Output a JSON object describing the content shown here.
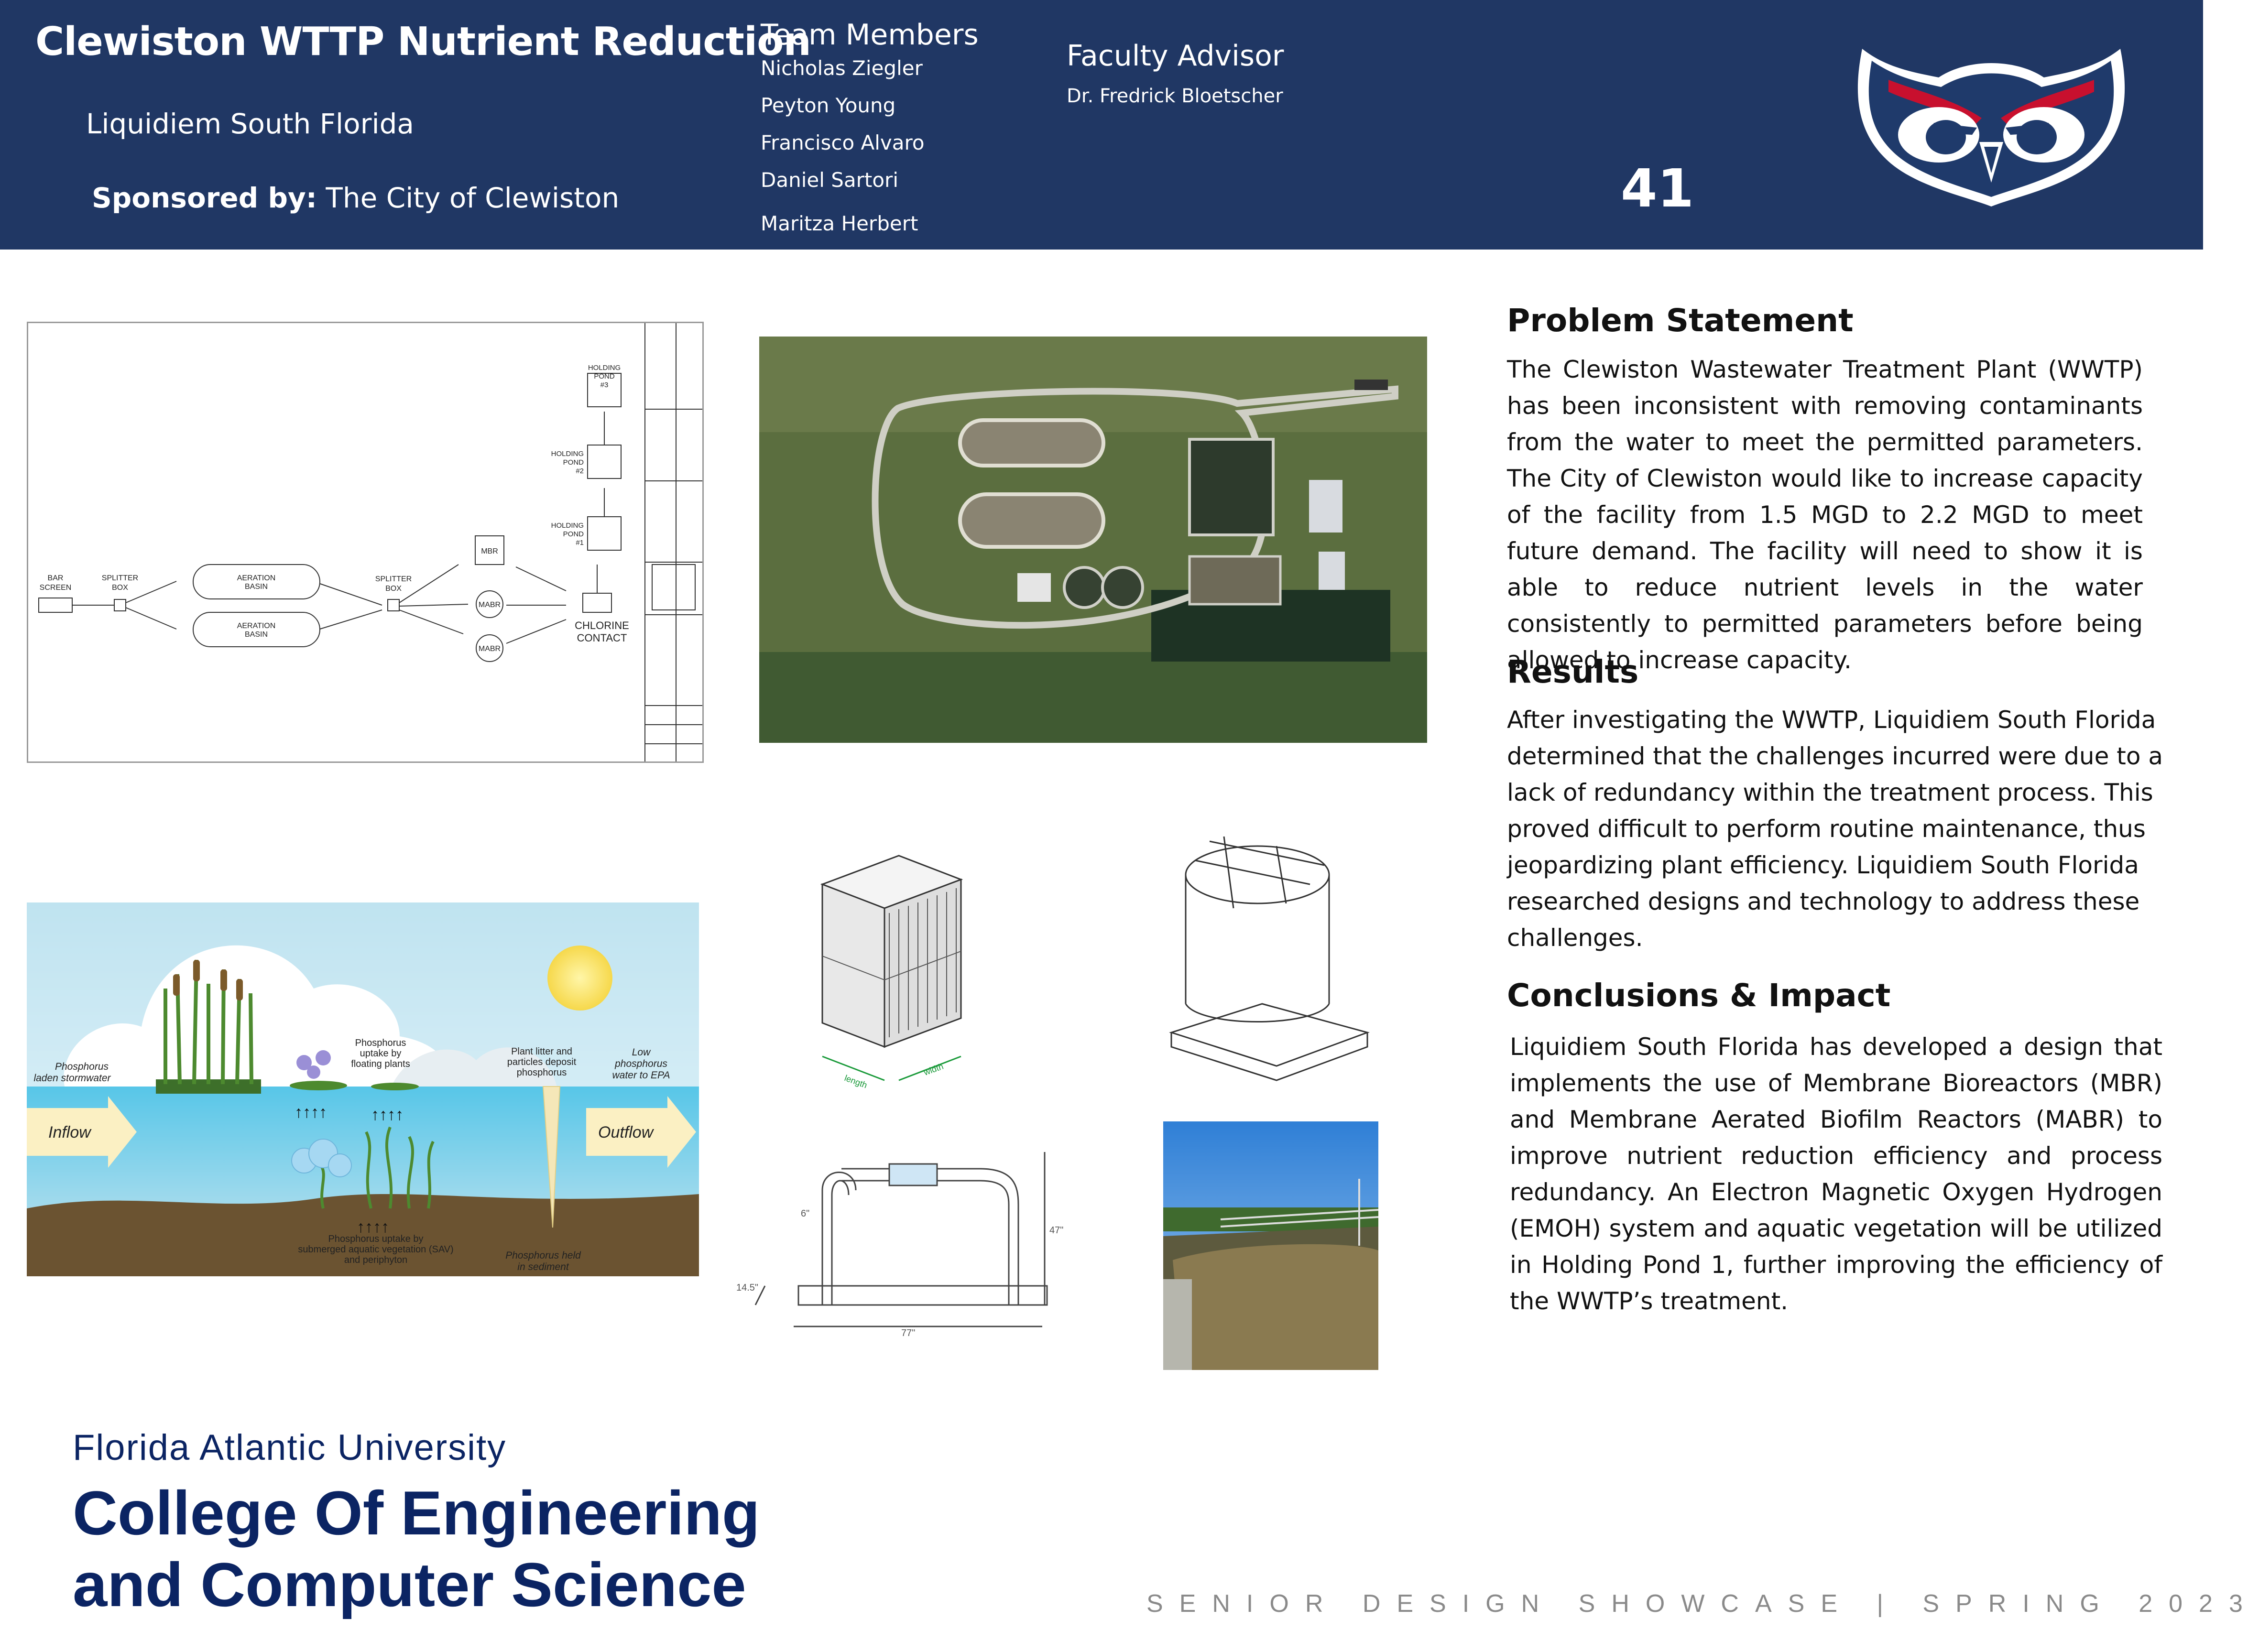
{
  "header": {
    "title": "Clewiston WTTP Nutrient Reduction",
    "org": "Liquidiem South Florida",
    "sponsor_label": "Sponsored by:",
    "sponsor_value": " The City of Clewiston",
    "team_title": "Team Members",
    "members": [
      "Nicholas Ziegler",
      "Peyton Young",
      "Francisco Alvaro",
      "Daniel Sartori",
      "Maritza Herbert"
    ],
    "advisor_title": "Faculty Advisor",
    "advisor_name": "Dr. Fredrick Bloetscher",
    "poster_number": "41"
  },
  "flow_diagram": {
    "labels": {
      "bar_screen": [
        "BAR",
        "SCREEN"
      ],
      "splitter1": [
        "SPLITTER",
        "BOX"
      ],
      "aeration1": [
        "AERATION",
        "BASIN"
      ],
      "aeration2": [
        "AERATION",
        "BASIN"
      ],
      "splitter2": [
        "SPLITTER",
        "BOX"
      ],
      "mbr": "MBR",
      "mabr1": "MABR",
      "mabr2": "MABR",
      "chlorine": [
        "CHLORINE",
        "CONTACT"
      ],
      "pond1": [
        "HOLDING",
        "POND",
        "#1"
      ],
      "pond2": [
        "HOLDING",
        "POND",
        "#2"
      ],
      "pond3": [
        "HOLDING",
        "POND",
        "#3"
      ]
    }
  },
  "wetland_diagram": {
    "phosphorus_stormwater": [
      "Phosphorus",
      "laden stormwater"
    ],
    "floating_uptake": [
      "Phosphorus",
      "uptake by",
      "floating plants"
    ],
    "plant_litter": [
      "Plant litter and",
      "particles deposit",
      "phosphorus"
    ],
    "low_phosphorus": [
      "Low",
      "phosphorus",
      "water to EPA"
    ],
    "inflow": "Inflow",
    "outflow": "Outflow",
    "sav_uptake": [
      "Phosphorus uptake by",
      "submerged aquatic vegetation (SAV)",
      "and periphyton"
    ],
    "sediment": [
      "Phosphorus held",
      "in sediment"
    ]
  },
  "pipe_drawing": {
    "dim_6": "6\"",
    "dim_47": "47\"",
    "dim_14_5": "14.5\"",
    "dim_77": "77\""
  },
  "mbr_drawing": {
    "length": "length",
    "width": "width"
  },
  "problem": {
    "title": "Problem Statement",
    "body": "The Clewiston Wastewater Treatment Plant (WWTP) has been inconsistent with removing contaminants from the water to meet the permitted parameters. The City of Clewiston would like to increase capacity of the facility from 1.5 MGD to 2.2 MGD to meet future demand. The facility will need to show it is able to reduce nutrient levels in the water consistently to permitted parameters before being allowed to increase capacity."
  },
  "results": {
    "title": "Results",
    "body": "After investigating the WWTP, Liquidiem South Florida determined that the challenges incurred were due to a lack of redundancy within the treatment process. This proved difficult to perform routine maintenance, thus jeopardizing plant efficiency. Liquidiem South Florida researched designs and technology to address these challenges."
  },
  "conclusions": {
    "title": "Conclusions & Impact",
    "body": "Liquidiem South Florida has developed a design that implements the use of Membrane Bioreactors (MBR) and Membrane Aerated Biofilm Reactors (MABR) to improve nutrient reduction efficiency and process redundancy. An Electron Magnetic Oxygen Hydrogen (EMOH) system and aquatic vegetation will be utilized in Holding Pond 1, further improving the efficiency of the WWTP’s treatment."
  },
  "footer": {
    "university": "Florida Atlantic University",
    "college_line1": "College Of Engineering",
    "college_line2": "and Computer Science",
    "showcase": "SENIOR DESIGN SHOWCASE | SPRING 2023"
  },
  "colors": {
    "header_bg": "#203764",
    "footer_blue": "#0b2463",
    "owl_red": "#c8102e"
  },
  "icons": [
    "owl-logo-icon",
    "sun-icon",
    "flow-arrow-icon"
  ]
}
